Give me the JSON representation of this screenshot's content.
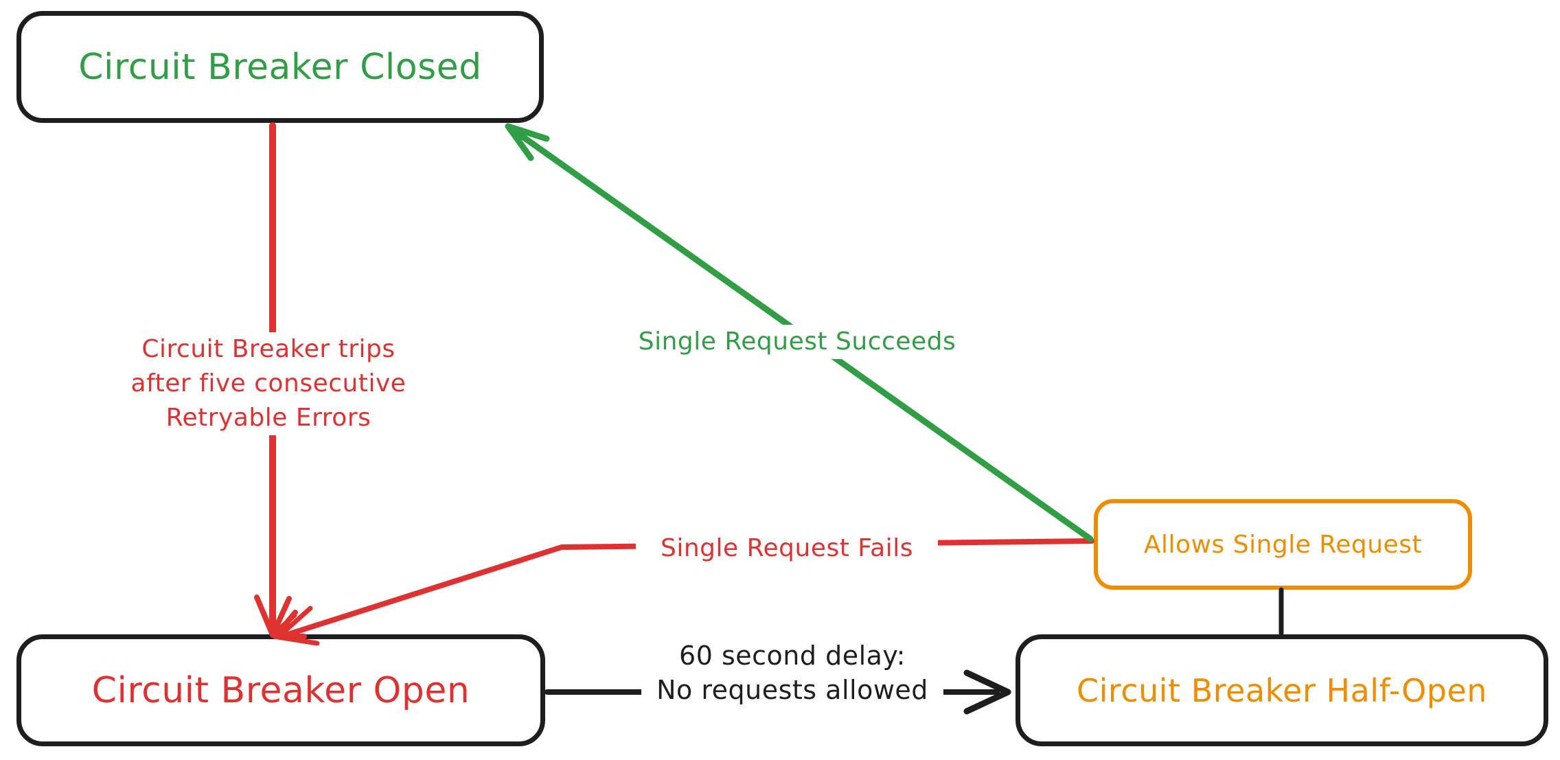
{
  "colors": {
    "ink": "#1e1e1e",
    "red": "#e03131",
    "green": "#2f9e44",
    "orange": "#f08c00",
    "background": "#ffffff"
  },
  "nodes": {
    "closed": {
      "label": "Circuit Breaker Closed"
    },
    "open": {
      "label": "Circuit Breaker Open"
    },
    "half_open": {
      "label": "Circuit Breaker Half-Open"
    },
    "allows_single_request": {
      "label": "Allows Single Request"
    }
  },
  "edges": {
    "trips": {
      "lines": [
        "Circuit Breaker trips",
        "after five consecutive",
        "Retryable Errors"
      ]
    },
    "succeeds": {
      "label": "Single Request Succeeds"
    },
    "fails": {
      "label": "Single Request Fails"
    },
    "delay": {
      "lines": [
        "60 second delay:",
        "No requests allowed"
      ]
    }
  }
}
